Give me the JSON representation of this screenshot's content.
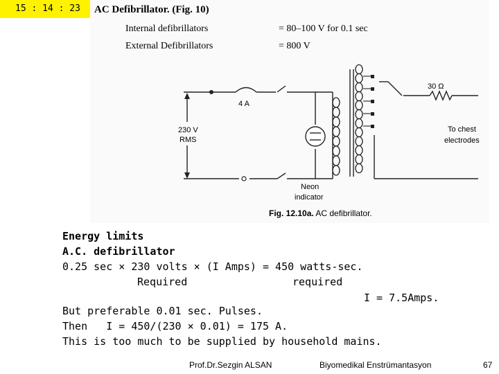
{
  "clock": "15 : 14 : 23",
  "figure": {
    "title": "AC Defibrillator. (Fig. 10)",
    "rows": [
      {
        "label": "Internal defibrillators",
        "value": "= 80–100 V for 0.1 sec"
      },
      {
        "label": "External Defibrillators",
        "value": "= 800 V"
      }
    ],
    "labels": {
      "fuse": "4 A",
      "source_voltage": "230 V",
      "source_rms": "RMS",
      "resistor": "30 Ω",
      "chest1": "To chest",
      "chest2": "electrodes",
      "neon1": "Neon",
      "neon2": "indicator"
    },
    "caption_bold": "Fig. 12.10a.",
    "caption_rest": " AC defibrillator."
  },
  "body": {
    "heading1": "Energy limits",
    "heading2": "A.C. defibrillator",
    "eq1": "0.25 sec × 230 volts × (I Amps) = 450 watts-sec.",
    "req1": "Required",
    "req2": "required",
    "result": "I = 7.5Amps.",
    "line5": "But preferable 0.01 sec. Pulses.",
    "line6": "Then   I = 450/(230 × 0.01) = 175 A.",
    "line7": "This is too much to be supplied by household mains."
  },
  "footer": {
    "author": "Prof.Dr.Sezgin ALSAN",
    "course": "Biyomedikal Enstrümantasyon",
    "page": "67"
  }
}
